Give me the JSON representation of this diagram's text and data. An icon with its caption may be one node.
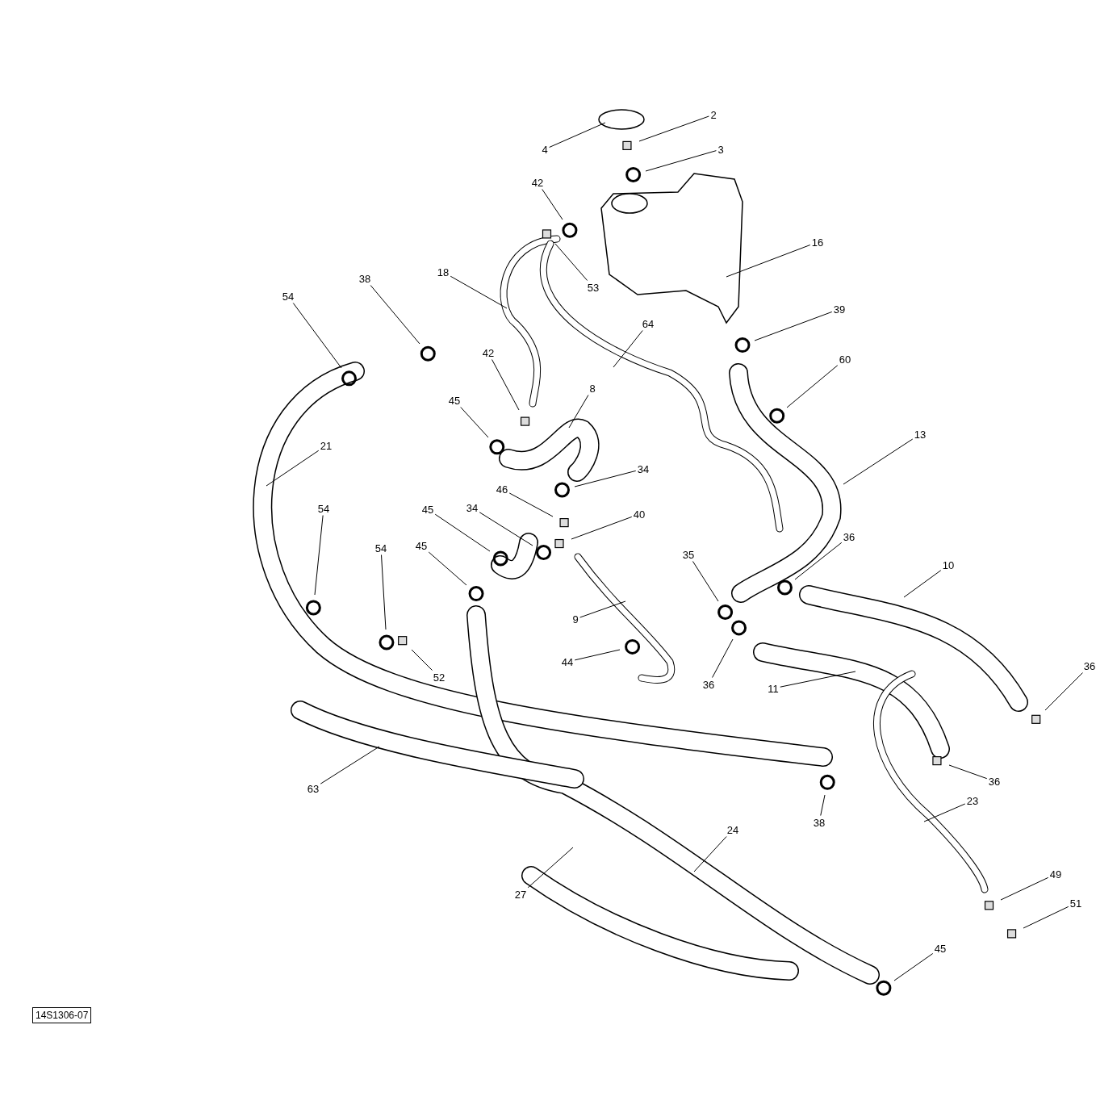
{
  "diagram": {
    "nodes": [
      {
        "text": [
          "2"
        ]
      },
      {
        "text": [
          "4"
        ]
      },
      {
        "text": [
          "3"
        ]
      },
      {
        "text": [
          "42"
        ]
      },
      {
        "text": [
          "16"
        ]
      },
      {
        "text": [
          "54"
        ]
      },
      {
        "text": [
          "38"
        ]
      },
      {
        "text": [
          "18"
        ]
      },
      {
        "text": [
          "53"
        ]
      },
      {
        "text": [
          "39"
        ]
      },
      {
        "text": [
          "64"
        ]
      },
      {
        "text": [
          "60"
        ]
      },
      {
        "text": [
          "42"
        ]
      },
      {
        "text": [
          "8"
        ]
      },
      {
        "text": [
          "45"
        ]
      },
      {
        "text": [
          "13"
        ]
      },
      {
        "text": [
          "21"
        ]
      },
      {
        "text": [
          "34"
        ]
      },
      {
        "text": [
          "46"
        ]
      },
      {
        "text": [
          "54"
        ]
      },
      {
        "text": [
          "45"
        ]
      },
      {
        "text": [
          "34"
        ]
      },
      {
        "text": [
          "40"
        ]
      },
      {
        "text": [
          "54"
        ]
      },
      {
        "text": [
          "45"
        ]
      },
      {
        "text": [
          "36"
        ]
      },
      {
        "text": [
          "35"
        ]
      },
      {
        "text": [
          "10"
        ]
      },
      {
        "text": [
          "9"
        ]
      },
      {
        "text": [
          "44"
        ]
      },
      {
        "text": [
          "52"
        ]
      },
      {
        "text": [
          "36"
        ]
      },
      {
        "text": [
          "11"
        ]
      },
      {
        "text": [
          "36"
        ]
      },
      {
        "text": [
          "63"
        ]
      },
      {
        "text": [
          "36"
        ]
      },
      {
        "text": [
          "23"
        ]
      },
      {
        "text": [
          "24"
        ]
      },
      {
        "text": [
          "38"
        ]
      },
      {
        "text": [
          "49"
        ]
      },
      {
        "text": [
          "27"
        ]
      },
      {
        "text": [
          "51"
        ]
      },
      {
        "text": [
          "45"
        ]
      }
    ],
    "edges": [
      {
        "from": 0,
        "to": null,
        "arrow": "none"
      },
      {
        "from": 1,
        "to": null,
        "arrow": "none"
      },
      {
        "from": 2,
        "to": null,
        "arrow": "none"
      },
      {
        "from": 3,
        "to": null,
        "arrow": "none"
      },
      {
        "from": 4,
        "to": null,
        "arrow": "none"
      },
      {
        "from": 5,
        "to": null,
        "arrow": "none"
      },
      {
        "from": 6,
        "to": null,
        "arrow": "none"
      },
      {
        "from": 7,
        "to": null,
        "arrow": "none"
      },
      {
        "from": 8,
        "to": null,
        "arrow": "none"
      },
      {
        "from": 9,
        "to": null,
        "arrow": "none"
      },
      {
        "from": 10,
        "to": null,
        "arrow": "none"
      },
      {
        "from": 11,
        "to": null,
        "arrow": "none"
      },
      {
        "from": 12,
        "to": null,
        "arrow": "none"
      },
      {
        "from": 13,
        "to": null,
        "arrow": "none"
      },
      {
        "from": 14,
        "to": null,
        "arrow": "none"
      },
      {
        "from": 15,
        "to": null,
        "arrow": "none"
      },
      {
        "from": 16,
        "to": null,
        "arrow": "none"
      },
      {
        "from": 17,
        "to": null,
        "arrow": "none"
      },
      {
        "from": 18,
        "to": null,
        "arrow": "none"
      },
      {
        "from": 19,
        "to": null,
        "arrow": "none"
      },
      {
        "from": 20,
        "to": null,
        "arrow": "none"
      },
      {
        "from": 21,
        "to": null,
        "arrow": "none"
      },
      {
        "from": 22,
        "to": null,
        "arrow": "none"
      },
      {
        "from": 23,
        "to": null,
        "arrow": "none"
      },
      {
        "from": 24,
        "to": null,
        "arrow": "none"
      },
      {
        "from": 25,
        "to": null,
        "arrow": "none"
      },
      {
        "from": 26,
        "to": null,
        "arrow": "none"
      },
      {
        "from": 27,
        "to": null,
        "arrow": "none"
      },
      {
        "from": 28,
        "to": null,
        "arrow": "none"
      },
      {
        "from": 29,
        "to": null,
        "arrow": "none"
      },
      {
        "from": 30,
        "to": null,
        "arrow": "none"
      },
      {
        "from": 31,
        "to": null,
        "arrow": "none"
      },
      {
        "from": 32,
        "to": null,
        "arrow": "none"
      },
      {
        "from": 33,
        "to": null,
        "arrow": "none"
      },
      {
        "from": 34,
        "to": null,
        "arrow": "none"
      },
      {
        "from": 35,
        "to": null,
        "arrow": "none"
      },
      {
        "from": 36,
        "to": null,
        "arrow": "none"
      },
      {
        "from": 37,
        "to": null,
        "arrow": "none"
      },
      {
        "from": 38,
        "to": null,
        "arrow": "none"
      },
      {
        "from": 39,
        "to": null,
        "arrow": "none"
      },
      {
        "from": 40,
        "to": null,
        "arrow": "none"
      },
      {
        "from": 41,
        "to": null,
        "arrow": "none"
      },
      {
        "from": 42,
        "to": null,
        "arrow": "none"
      }
    ],
    "labels": [
      "14S1306-07"
    ]
  }
}
